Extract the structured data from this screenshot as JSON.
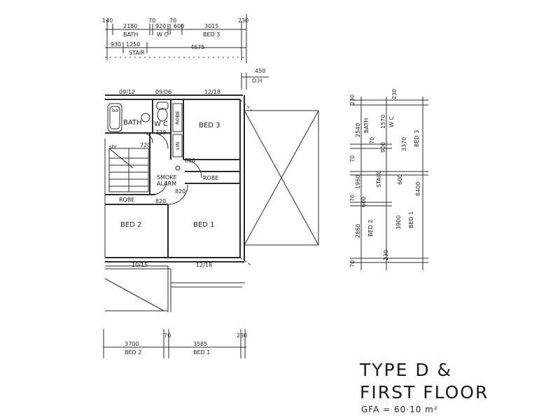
{
  "title": {
    "line1": "TYPE  D  &",
    "line2": "FIRST  FLOOR",
    "gfa": "GFA  =  60·10  m²"
  },
  "rooms": {
    "bath": "BATH",
    "wc": "W C",
    "bed3": "BED 3",
    "robe_small": "ROBE",
    "lin": "LIN",
    "shr": "shr",
    "ba": "ba",
    "smoke_alarm_1": "SMOKE",
    "smoke_alarm_2": "ALARM",
    "robe_hall": "ROBE",
    "robe_bed2": "ROBE",
    "bed2": "BED 2",
    "bed1": "BED 1"
  },
  "door_sizes": {
    "d_0912": "09/12",
    "d_0906": "09/06",
    "d_1218_top": "12/18",
    "d_1015": "10/15",
    "d_1218_bot": "12/18",
    "d720_a": "720",
    "d720_b": "720",
    "d820_a": "820",
    "d820_b": "820",
    "d820_c": "820"
  },
  "top_dims": {
    "d140": "140",
    "d2180": "2180",
    "bath": "BATH",
    "d70a": "70",
    "d920": "920",
    "wc": "W C",
    "d70b": "70",
    "d600": "600",
    "d3015": "3015",
    "bed3": "BED 3",
    "d230": "230",
    "d930": "930",
    "d1250": "1250",
    "stair": "STAIR",
    "d4675": "4675",
    "d450": "450",
    "oh": "O.H"
  },
  "bottom_dims": {
    "d3700": "3700",
    "bed2": "BED 2",
    "d70": "70",
    "d3585": "3585",
    "bed1": "BED 1",
    "d230": "230"
  },
  "side_dims": {
    "d230_top": "230",
    "d2540": "2540",
    "bath": "BATH",
    "d1570": "1570",
    "wc": "W C",
    "d70_a": "70",
    "d900": "900",
    "d3370": "3370",
    "bed3": "BED 3",
    "d70_b": "70",
    "d1960": "1960",
    "stair": "STAIR",
    "d600_a": "600",
    "d8400": "8400",
    "d70_c": "70",
    "d600_b": "600",
    "d2860": "2860",
    "bed2": "BED 2",
    "d3900": "3900",
    "bed1": "BED 1",
    "d70_d": "70",
    "d230_bot": "230"
  }
}
